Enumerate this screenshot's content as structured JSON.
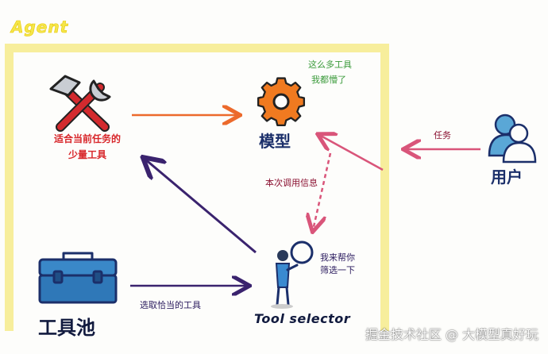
{
  "agent_title": "Agent",
  "nodes": {
    "tools": {
      "line1": "适合当前任务的",
      "line2": "少量工具"
    },
    "model": "模型",
    "user": "用户",
    "tool_pool": "工具池",
    "tool_selector": "Tool selector"
  },
  "notes": {
    "model_thought_line1": "这么多工具",
    "model_thought_line2": "我都懵了",
    "task": "任务",
    "invoke_info": "本次调用信息",
    "select_tools": "选取恰当的工具",
    "helper_line1": "我来帮你",
    "helper_line2": "筛选一下"
  },
  "watermark": "掘金技术社区 @ 大模型真好玩",
  "colors": {
    "frame": "#f7ee9c",
    "title": "#f5e64a",
    "tool_arrow": "#ec6a2c",
    "task_arrow": "#d9557a",
    "purple_arrow": "#3a236e",
    "gear": "#f07a20",
    "people": "#5aa7d6",
    "toolbox": "#3a88c8",
    "selector_figure": "#3a8ad0"
  },
  "icons": [
    "hammer-wrench-icon",
    "gear-icon",
    "users-icon",
    "toolbox-icon",
    "magnifier-person-icon"
  ]
}
